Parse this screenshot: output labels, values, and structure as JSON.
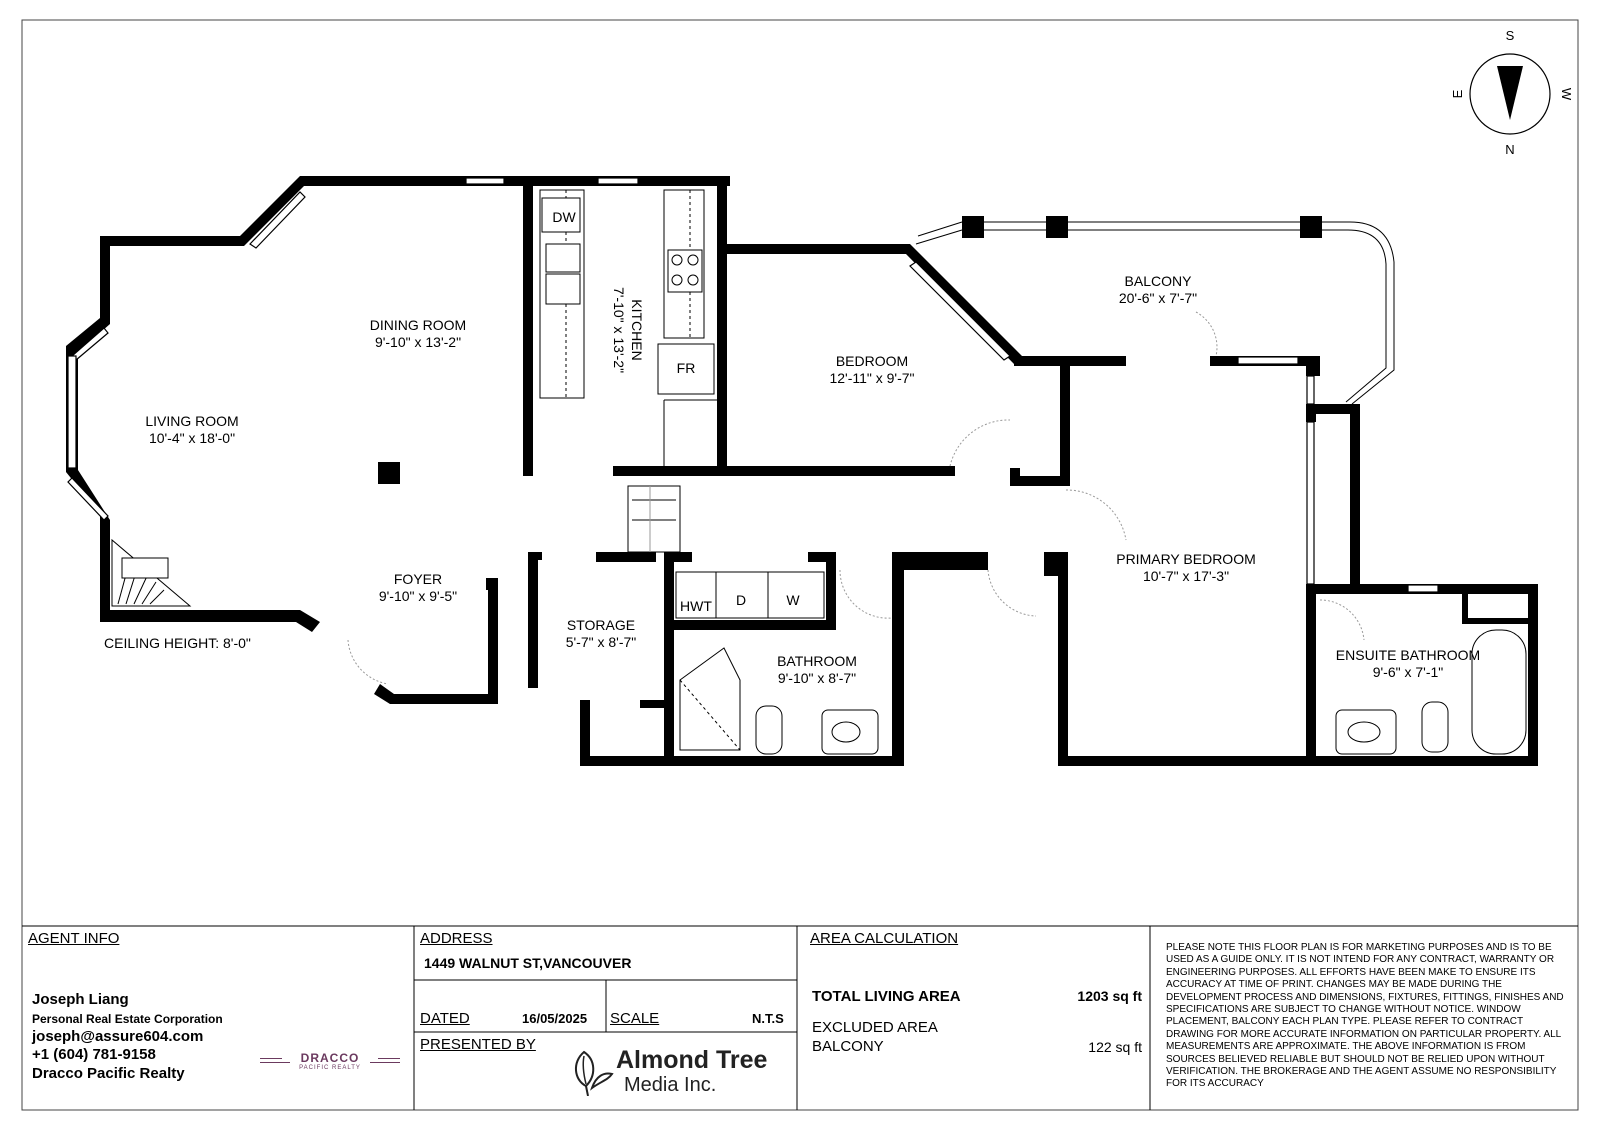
{
  "plan": {
    "rooms": [
      {
        "id": "living",
        "name": "LIVING ROOM",
        "dims": "10'-4\" x 18'-0\""
      },
      {
        "id": "dining",
        "name": "DINING ROOM",
        "dims": "9'-10\" x 13'-2\""
      },
      {
        "id": "kitchen",
        "name": "KITCHEN",
        "dims": "7'-10\" x 13'-2\""
      },
      {
        "id": "bedroom",
        "name": "BEDROOM",
        "dims": "12'-11\" x 9'-7\""
      },
      {
        "id": "balcony",
        "name": "BALCONY",
        "dims": "20'-6\" x 7'-7\""
      },
      {
        "id": "foyer",
        "name": "FOYER",
        "dims": "9'-10\" x 9'-5\""
      },
      {
        "id": "storage",
        "name": "STORAGE",
        "dims": "5'-7\" x 8'-7\""
      },
      {
        "id": "bathroom",
        "name": "BATHROOM",
        "dims": "9'-10\" x 8'-7\""
      },
      {
        "id": "primary",
        "name": "PRIMARY BEDROOM",
        "dims": "10'-7\" x 17'-3\""
      },
      {
        "id": "ensuite",
        "name": "ENSUITE BATHROOM",
        "dims": "9'-6\" x 7'-1\""
      }
    ],
    "fixtures": {
      "dw": "DW",
      "fr": "FR",
      "hwt": "HWT",
      "dryer": "D",
      "washer": "W"
    },
    "ceiling_height": "CEILING HEIGHT: 8'-0\"",
    "compass": {
      "top": "S",
      "bottom": "N",
      "left": "E",
      "right": "W"
    }
  },
  "agent": {
    "header": "AGENT INFO",
    "name": "Joseph Liang",
    "corp": "Personal Real Estate Corporation",
    "email": "joseph@assure604.com",
    "phone": "+1 (604) 781-9158",
    "brokerage": "Dracco Pacific Realty",
    "logo_main": "DRACCO",
    "logo_sub": "PACIFIC REALTY"
  },
  "address": {
    "header": "ADDRESS",
    "value": "1449 WALNUT ST,VANCOUVER",
    "dated_label": "DATED",
    "dated_value": "16/05/2025",
    "scale_label": "SCALE",
    "scale_value": "N.T.S",
    "presented_label": "PRESENTED BY",
    "presenter_line1": "Almond Tree",
    "presenter_line2": "Media Inc."
  },
  "area": {
    "header": "AREA CALCULATION",
    "total_label": "TOTAL LIVING AREA",
    "total_value": "1203 sq ft",
    "excluded_label": "EXCLUDED AREA",
    "balcony_label": "BALCONY",
    "balcony_value": "122 sq ft"
  },
  "disclaimer": "PLEASE NOTE THIS FLOOR PLAN IS FOR MARKETING PURPOSES AND IS TO BE USED AS A GUIDE ONLY. IT IS NOT INTEND FOR ANY CONTRACT, WARRANTY OR ENGINEERING PURPOSES. ALL EFFORTS HAVE BEEN MAKE TO ENSURE ITS ACCURACY AT TIME OF PRINT. CHANGES MAY BE MADE DURING THE DEVELOPMENT PROCESS AND DIMENSIONS, FIXTURES, FITTINGS, FINISHES AND SPECIFICATIONS ARE SUBJECT TO CHANGE WITHOUT NOTICE. WINDOW PLACEMENT, BALCONY EACH PLAN TYPE. PLEASE REFER TO CONTRACT DRAWING FOR MORE ACCURATE INFORMATION ON PARTICULAR PROPERTY. ALL MEASUREMENTS ARE APPROXIMATE. THE ABOVE INFORMATION IS FROM SOURCES BELIEVED RELIABLE BUT SHOULD NOT BE RELIED UPON WITHOUT VERIFICATION. THE BROKERAGE AND THE AGENT ASSUME NO RESPONSIBILITY FOR ITS ACCURACY"
}
